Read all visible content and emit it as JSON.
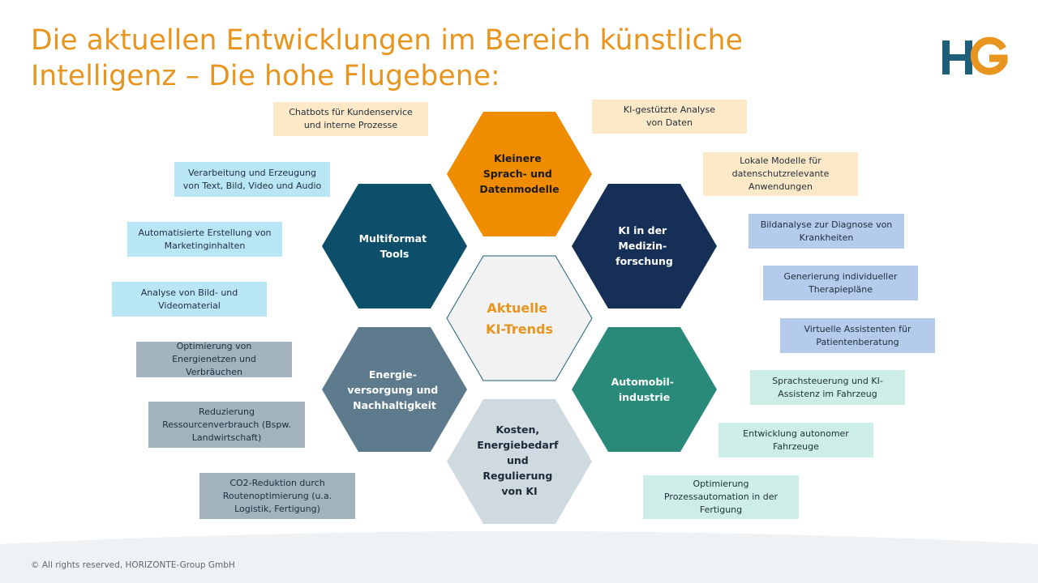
{
  "title": "Die aktuellen Entwicklungen im Bereich künstliche Intelligenz – Die hohe Flugebene:",
  "logo": {
    "letters": "HG",
    "colors": {
      "h": "#1f5f7a",
      "g": "#e8951f"
    }
  },
  "center": {
    "line1": "Aktuelle",
    "line2": "KI-Trends"
  },
  "hexagons": {
    "top": {
      "lines": [
        "Kleinere",
        "Sprach- und",
        "Datenmodelle"
      ],
      "color": "#f08c00"
    },
    "top_right": {
      "lines": [
        "KI in der",
        "Medizin-",
        "forschung"
      ],
      "color": "#152f57"
    },
    "bottom_right": {
      "lines": [
        "Automobil-",
        "industrie"
      ],
      "color": "#2a8a7a"
    },
    "bottom": {
      "lines": [
        "Kosten,",
        "Energiebedarf",
        "und",
        "Regulierung",
        "von KI"
      ],
      "color": "#cfd9e0"
    },
    "bottom_left": {
      "lines": [
        "Energie-",
        "versorgung und",
        "Nachhaltigkeit"
      ],
      "color": "#5e7a8d"
    },
    "top_left": {
      "lines": [
        "Multiformat",
        "Tools"
      ],
      "color": "#0d4f6b"
    }
  },
  "boxes": {
    "chatbots": [
      "Chatbots für Kundenservice",
      "und interne Prozesse"
    ],
    "ki_analyse": [
      "KI-gestützte Analyse",
      "von Daten"
    ],
    "lokale_modelle": [
      "Lokale Modelle für",
      "datenschutzrelevante",
      "Anwendungen"
    ],
    "verarbeitung": [
      "Verarbeitung und Erzeugung",
      "von Text, Bild, Video und Audio"
    ],
    "marketing": [
      "Automatisierte Erstellung von",
      "Marketinginhalten"
    ],
    "analyse_bild": [
      "Analyse von Bild- und",
      "Videomaterial"
    ],
    "bildanalyse": [
      "Bildanalyse zur Diagnose von",
      "Krankheiten"
    ],
    "therapie": [
      "Generierung individueller",
      "Therapiepläne"
    ],
    "assistenten": [
      "Virtuelle Assistenten für",
      "Patientenberatung"
    ],
    "energienetze": [
      "Optimierung von",
      "Energienetzen und",
      "Verbräuchen"
    ],
    "ressourcen": [
      "Reduzierung",
      "Ressourcenverbrauch (Bspw.",
      "Landwirtschaft)"
    ],
    "co2": [
      "CO2-Reduktion durch",
      "Routenoptimierung (u.a.",
      "Logistik, Fertigung)"
    ],
    "sprachsteuerung": [
      "Sprachsteuerung und KI-",
      "Assistenz im Fahrzeug"
    ],
    "autonom": [
      "Entwicklung autonomer",
      "Fahrzeuge"
    ],
    "prozess": [
      "Optimierung",
      "Prozessautomation in der",
      "Fertigung"
    ]
  },
  "footer": "© All rights reserved, HORIZONTE-Group GmbH"
}
